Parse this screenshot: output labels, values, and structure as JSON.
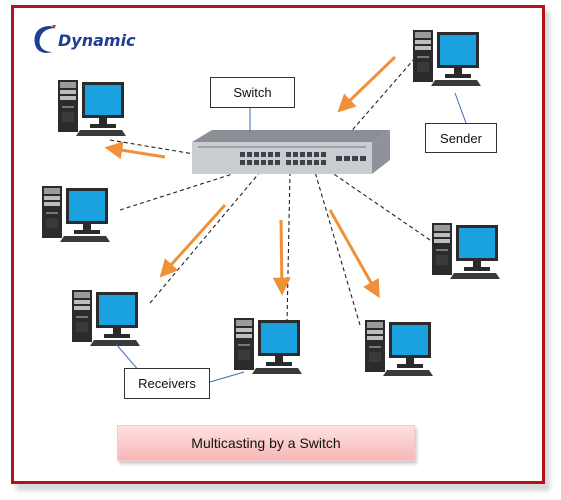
{
  "brand": {
    "name": "Dynamic",
    "color": "#1c3f95"
  },
  "labels": {
    "switch": "Switch",
    "sender": "Sender",
    "receivers": "Receivers",
    "caption": "Multicasting by a Switch"
  },
  "colors": {
    "frame": "#b31218",
    "arrow": "#f0913a",
    "screen": "#1aa1e0"
  },
  "icons": [
    "computer-icon",
    "switch-icon",
    "arrow-icon"
  ]
}
